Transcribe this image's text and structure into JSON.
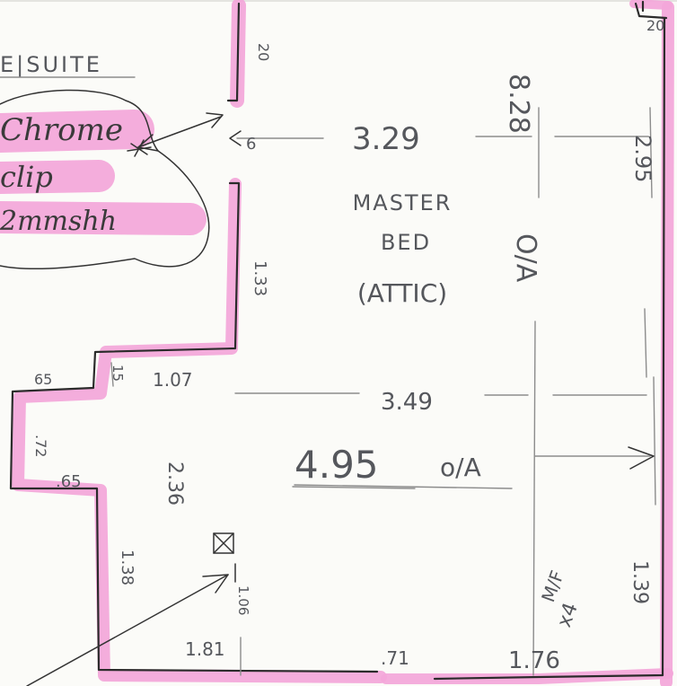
{
  "ensuite_label": "E|SUITE",
  "note": {
    "line1": "Chrome",
    "line2": "clip",
    "line3": "2mmshh"
  },
  "room": {
    "name_line1": "MASTER",
    "name_line2": "BED",
    "name_line3": "(ATTIC)"
  },
  "dimensions": {
    "top_right_corner": "20",
    "top_left_wall": "20",
    "small_6": "6",
    "top_width": "3.29",
    "vertical_oa": "8.28",
    "oa_label": "O/A",
    "right_side_upper": "2.95",
    "left_wall_drop": "1.33",
    "step_65_top": "65",
    "step_15": "15",
    "step_107": "1.07",
    "mid_width": "3.49",
    "step_side": ".72",
    "step_65_bottom": ".65",
    "overall_width": "4.95",
    "overall_oa": "o/A",
    "left_vert": "2.36",
    "lower_left": "1.38",
    "post_dim": "1.06",
    "bottom_181": "1.81",
    "bottom_71": ".71",
    "bottom_176": "1.76",
    "right_lower": "1.39",
    "mf_line1": "M/F",
    "mf_line2": "x4"
  }
}
